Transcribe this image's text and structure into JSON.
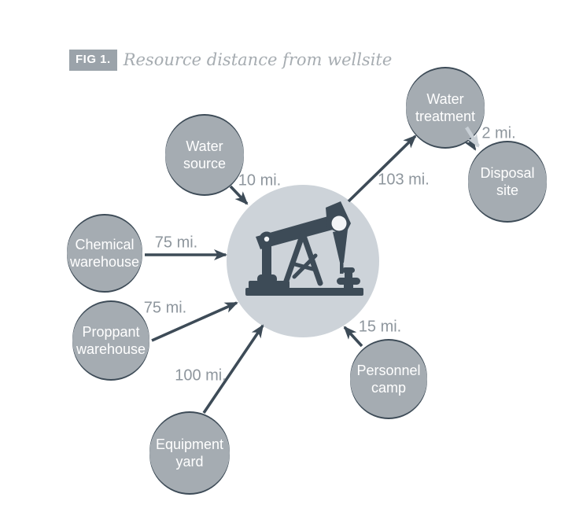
{
  "figure": {
    "badge": "FIG 1.",
    "title": "Resource distance from wellsite"
  },
  "wellsite": {
    "icon": "pumpjack-icon",
    "description": "central wellsite circle with pumpjack silhouette"
  },
  "nodes": {
    "water_source": {
      "label": "Water source",
      "distance": "10 mi."
    },
    "water_treatment": {
      "label": "Water treatment",
      "distance": "103 mi."
    },
    "disposal_site": {
      "label": "Disposal site",
      "distance": "2 mi."
    },
    "chemical_warehouse": {
      "label": "Chemical warehouse",
      "distance": "75 mi."
    },
    "proppant_warehouse": {
      "label": "Proppant warehouse",
      "distance": "75 mi."
    },
    "equipment_yard": {
      "label": "Equipment yard",
      "distance": "100 mi."
    },
    "personnel_camp": {
      "label": "Personnel camp",
      "distance": "15 mi."
    }
  },
  "colors": {
    "node_fill": "#a5acb2",
    "node_edge": "#3d4b57",
    "node_text": "#ffffff",
    "center_circle": "#cdd3d9",
    "arrow_dark": "#3d4b57",
    "arrow_light": "#c8cfd5",
    "distance_text": "#8e969d",
    "title_text": "#a6acb1",
    "badge_bg": "#9ba3aa",
    "badge_text": "#ffffff"
  }
}
